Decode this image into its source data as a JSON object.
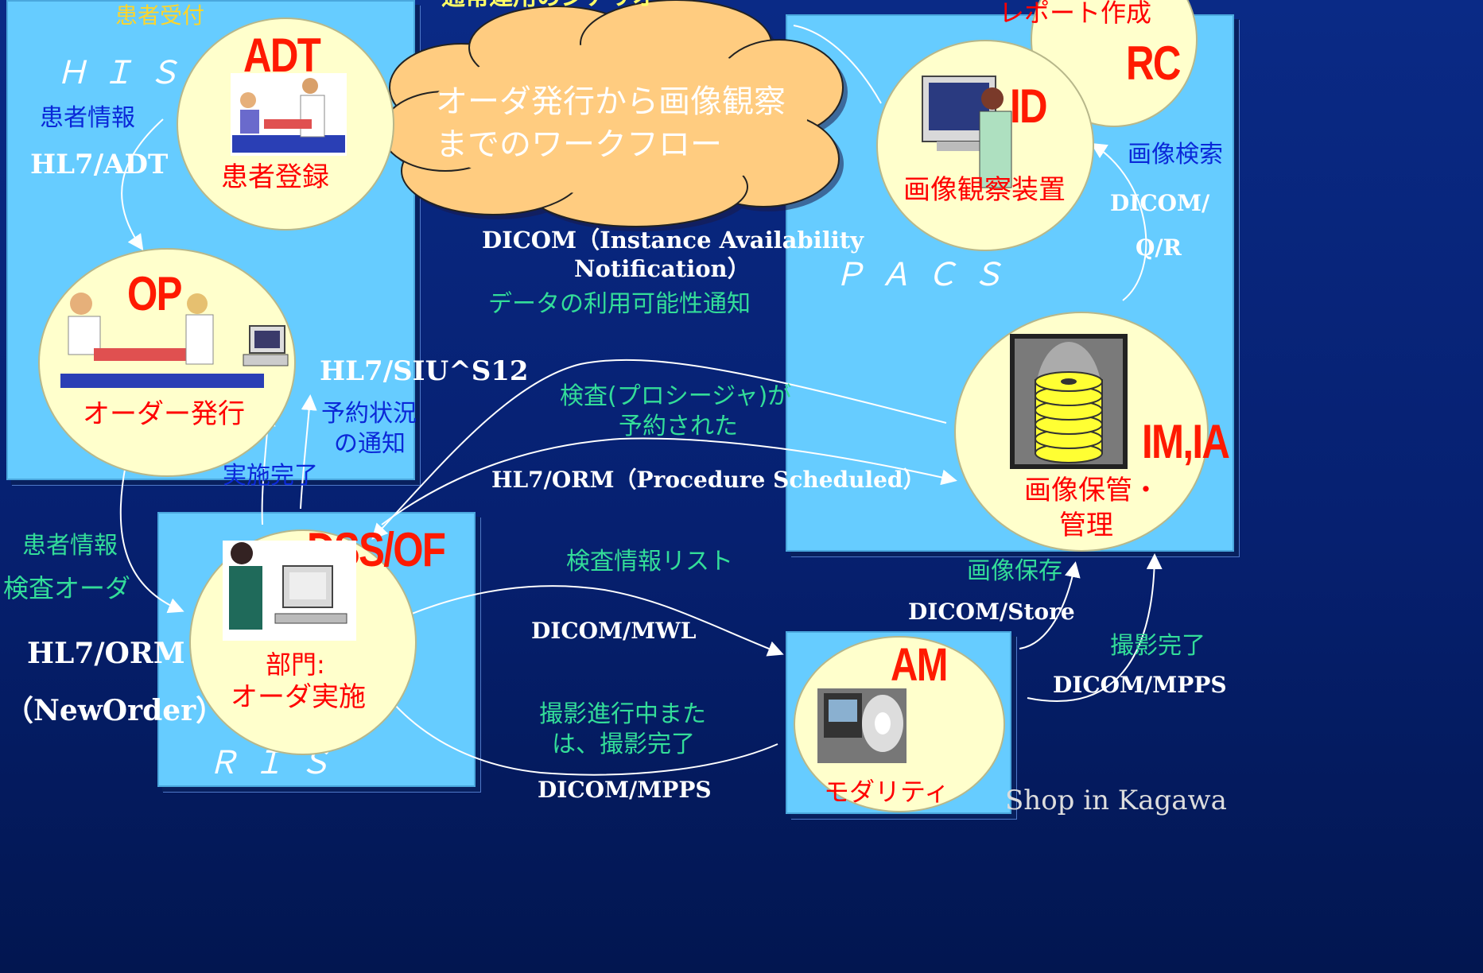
{
  "systems": {
    "his": "ＨＩＳ",
    "pacs": "ＰＡＣＳ",
    "ris": "ＲＩＳ"
  },
  "cloud": {
    "line1": "オーダ発行から画像観察",
    "line2": "までのワークフロー",
    "header_partial": "通常運用のシナリオ"
  },
  "actors": {
    "adt": {
      "code": "ADT",
      "label": "患者登録",
      "top_note": "患者受付"
    },
    "op": {
      "code": "OP",
      "label": "オーダー発行"
    },
    "rc": {
      "code": "RC",
      "top_note": "レポート作成"
    },
    "id": {
      "code": "ID",
      "label": "画像観察装置"
    },
    "im": {
      "code": "IM,IA",
      "label_line1": "画像保管・",
      "label_line2": "管理"
    },
    "dss": {
      "code": "DSS/OF",
      "label_line1": "部門:",
      "label_line2": "オーダ実施"
    },
    "am": {
      "code": "AM",
      "label": "モダリティ"
    }
  },
  "transactions": {
    "hl7_adt_desc": "患者情報",
    "hl7_adt": "HL7/ADT",
    "dicom_ian_line1": "DICOM（Instance Availability",
    "dicom_ian_line2": "Notification）",
    "dicom_ian_desc": "データの利用可能性通知",
    "hl7_siu": "HL7/SIU^S12",
    "siu_desc_line1": "予約状況",
    "siu_desc_line2": "の通知",
    "done_desc": "実施完了",
    "scheduled_desc_line1": "検査(プロシージャ)が",
    "scheduled_desc_line2": "予約された",
    "hl7_orm_scheduled": "HL7/ORM（Procedure Scheduled）",
    "qr_desc": "画像検索",
    "dicom_qr_line1": "DICOM/",
    "dicom_qr_line2": "Q/R",
    "order_desc_line1": "患者情報",
    "order_desc_line2": "検査オーダ",
    "hl7_orm": "HL7/ORM",
    "hl7_orm_neworder": "（NewOrder）",
    "mwl_desc": "検査情報リスト",
    "dicom_mwl": "DICOM/MWL",
    "store_desc": "画像保存",
    "dicom_store": "DICOM/Store",
    "mpps_desc_right": "撮影完了",
    "dicom_mpps_right": "DICOM/MPPS",
    "mpps_desc_left_line1": "撮影進行中また",
    "mpps_desc_left_line2": "は、撮影完了",
    "dicom_mpps_left": "DICOM/MPPS"
  },
  "footer": "Shop in Kagawa",
  "colors": {
    "background": "#062070",
    "system_box": "#66ccff",
    "actor_circle": "#ffffcc",
    "actor_code": "#ff1a00"
  }
}
